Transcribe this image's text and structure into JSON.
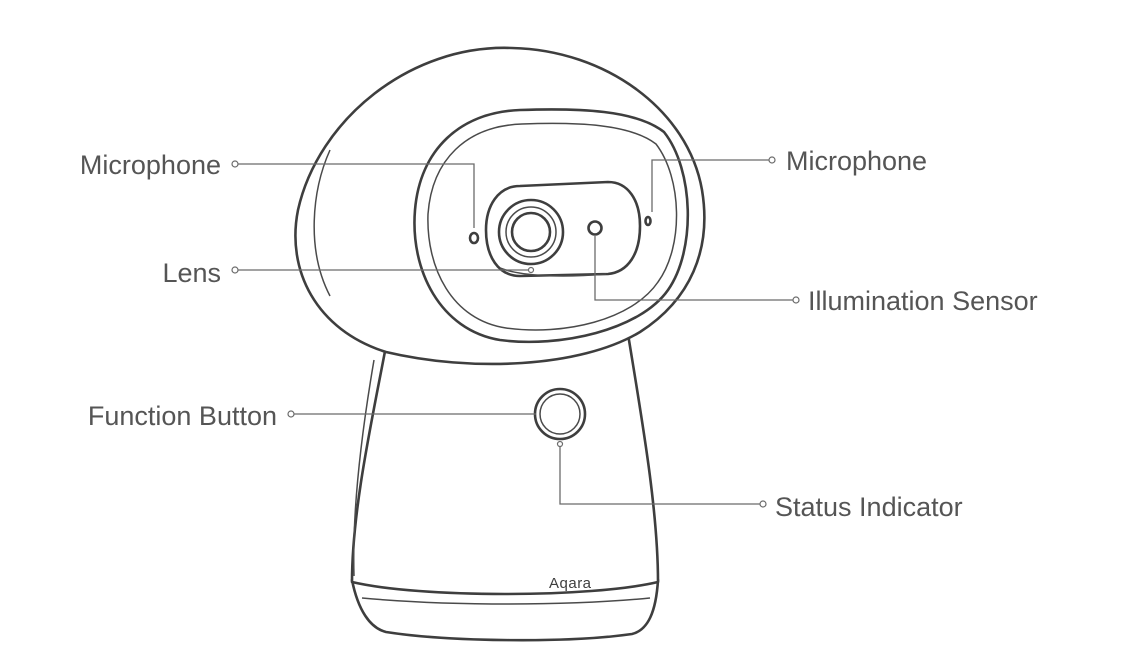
{
  "diagram": {
    "brand_logo_text": "Aqara",
    "labels": {
      "microphone_left": "Microphone",
      "microphone_right": "Microphone",
      "lens": "Lens",
      "illumination_sensor": "Illumination Sensor",
      "function_button": "Function Button",
      "status_indicator": "Status Indicator"
    },
    "colors": {
      "outline": "#3e3e3e",
      "label_text": "#555555",
      "leader_line": "#6b6b6b",
      "background": "#ffffff"
    }
  }
}
